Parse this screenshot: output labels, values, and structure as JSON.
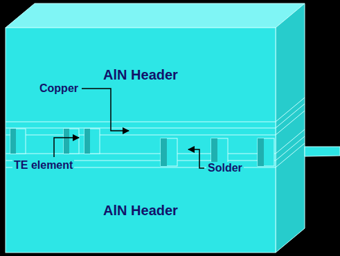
{
  "diagram": {
    "nodes": [
      {
        "text": [
          "AlN Header"
        ]
      },
      {
        "text": [
          "AlN Header"
        ]
      }
    ],
    "labels": [
      "Copper",
      "TE element",
      "Solder"
    ]
  }
}
